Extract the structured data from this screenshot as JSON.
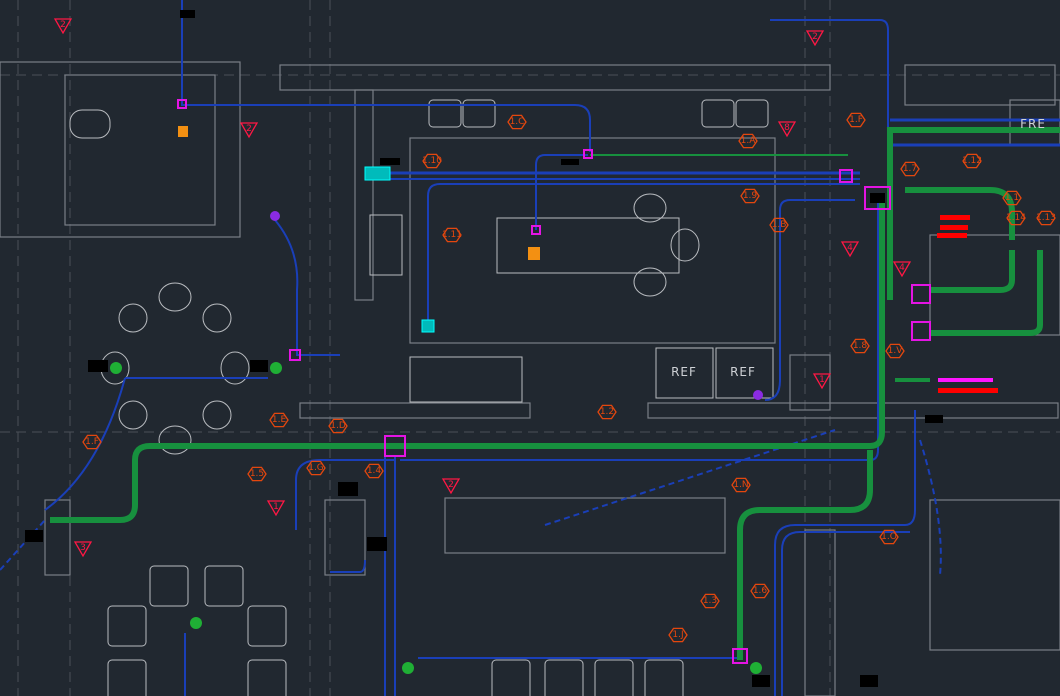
{
  "drawing": {
    "room_labels": [
      "REF",
      "REF",
      "FRE"
    ],
    "circuit_tags": [
      "1.10",
      "1.11",
      "1.C",
      "1.A",
      "1.9",
      "1.B",
      "1.F",
      "1.7",
      "1.12",
      "1.1",
      "1.14",
      "1.13",
      "1.8",
      "1.V",
      "1.2",
      "1.5",
      "1.E",
      "1.D",
      "1.G",
      "1.4",
      "1.F",
      "1.N",
      "1.O",
      "1.3",
      "1.6",
      "1.J"
    ],
    "keynote_triangles": [
      "8",
      "4",
      "4",
      "1",
      "3",
      "1",
      "2",
      "2",
      "2",
      "2"
    ],
    "colors": {
      "background": "#212830",
      "power_conduit": "#1a3fb8",
      "data_conduit": "#17903e",
      "circuit_tag": "#e4470e",
      "keynote": "#ff1744",
      "device": "#e414e4",
      "walls": "#7a7f86"
    }
  }
}
